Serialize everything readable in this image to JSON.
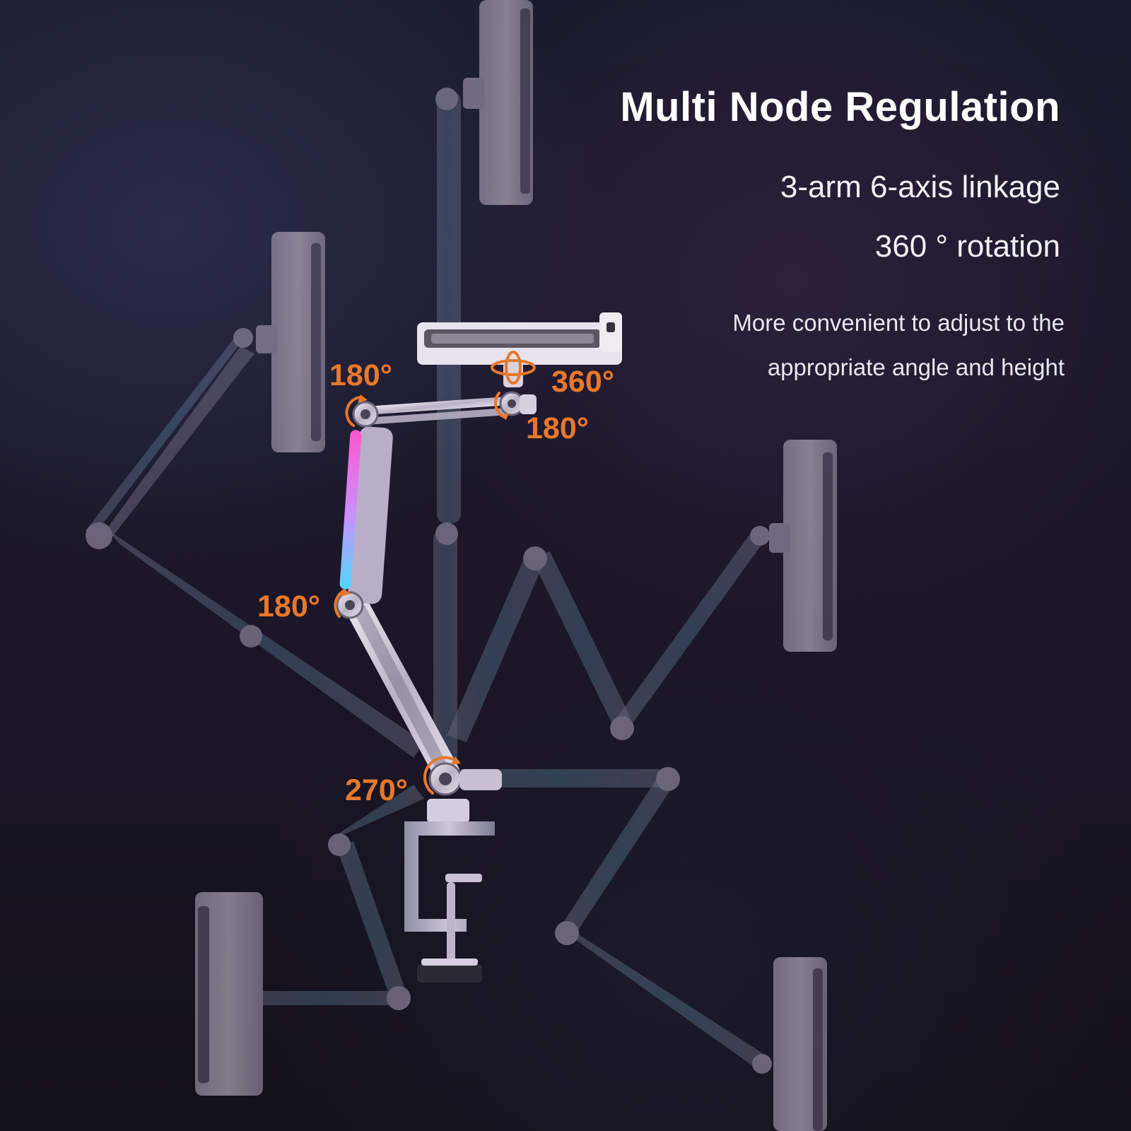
{
  "heading": {
    "title": "Multi Node Regulation",
    "feature_1": "3-arm 6-axis linkage",
    "feature_2": "360 ° rotation",
    "description_line_1": "More convenient to adjust to the",
    "description_line_2": "appropriate angle and height"
  },
  "angle_labels": {
    "top_left": "180°",
    "holder_swivel": "360°",
    "top_right": "180°",
    "middle": "180°",
    "base": "270°"
  },
  "colors": {
    "accent_orange": "#e8782a",
    "text_white": "#ffffff",
    "arm_silver": "#cfc8d6",
    "ghost_arm": "#7c7590",
    "highlight_pink": "#ff5fd0",
    "highlight_blue": "#5fd6ff"
  }
}
